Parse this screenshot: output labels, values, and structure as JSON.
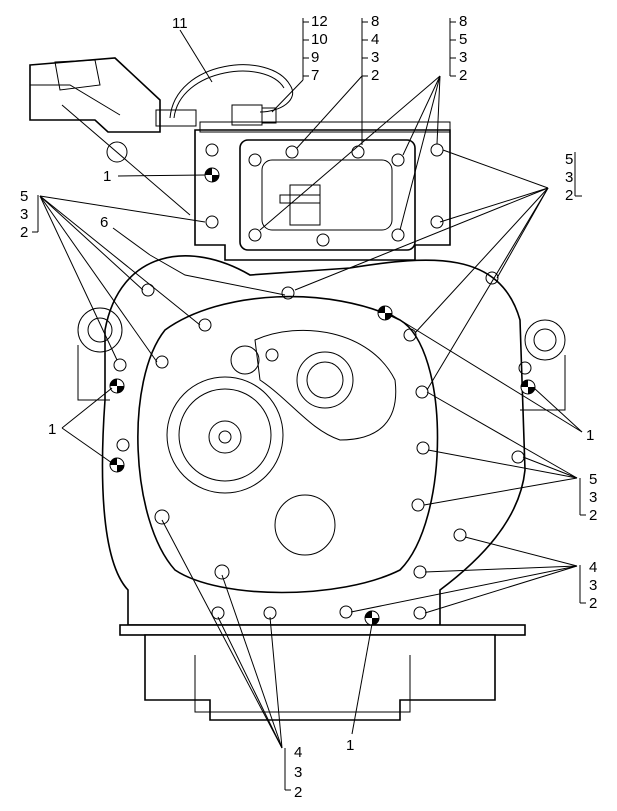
{
  "labels": {
    "stack_top_left": [
      "12",
      "10",
      "9",
      "7"
    ],
    "stack_top_mid": [
      "8",
      "4",
      "3",
      "2"
    ],
    "stack_top_right": [
      "8",
      "5",
      "3",
      "2"
    ],
    "label_11": "11",
    "label_6": "6",
    "label_1_left_upper": "1",
    "stack_left": [
      "5",
      "3",
      "2"
    ],
    "label_1_left_mid": "1",
    "stack_right_upper": [
      "5",
      "3",
      "2"
    ],
    "label_1_right": "1",
    "stack_right_mid": [
      "5",
      "3",
      "2"
    ],
    "stack_right_lower": [
      "4",
      "3",
      "2"
    ],
    "stack_bottom": [
      "4",
      "3",
      "2"
    ],
    "label_1_bottom": "1"
  }
}
